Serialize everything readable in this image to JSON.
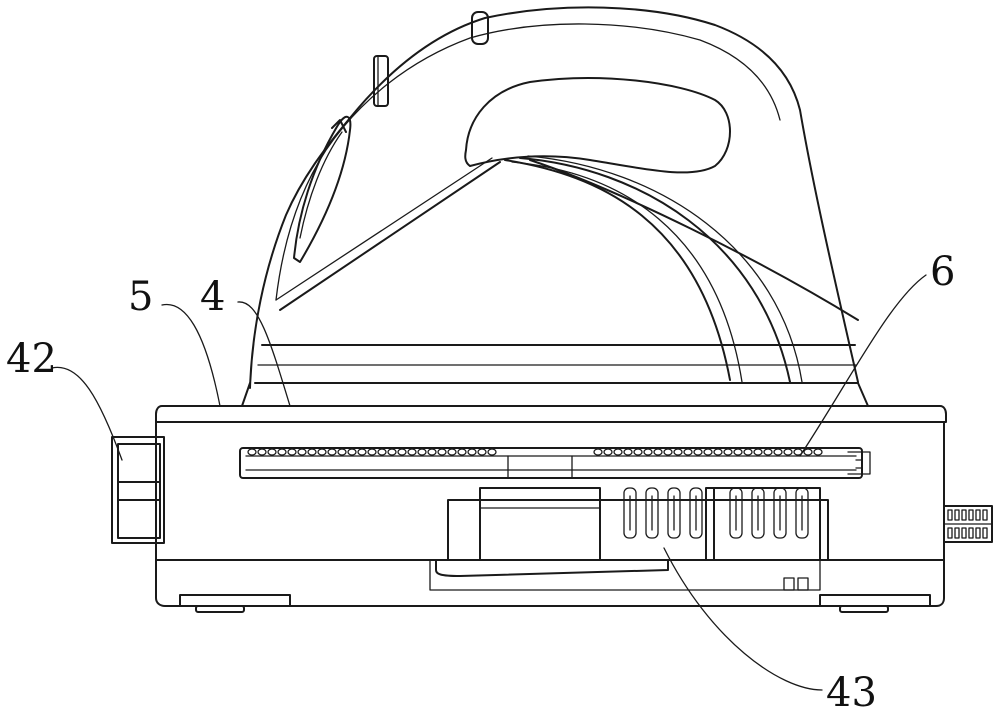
{
  "labels": {
    "l42": "42",
    "l5": "5",
    "l4": "4",
    "l6": "6",
    "l43": "43"
  },
  "parts": [
    "iron-body",
    "base-station",
    "heating-plate",
    "coil-assembly",
    "control-board",
    "side-switch",
    "rear-connector",
    "feet"
  ]
}
